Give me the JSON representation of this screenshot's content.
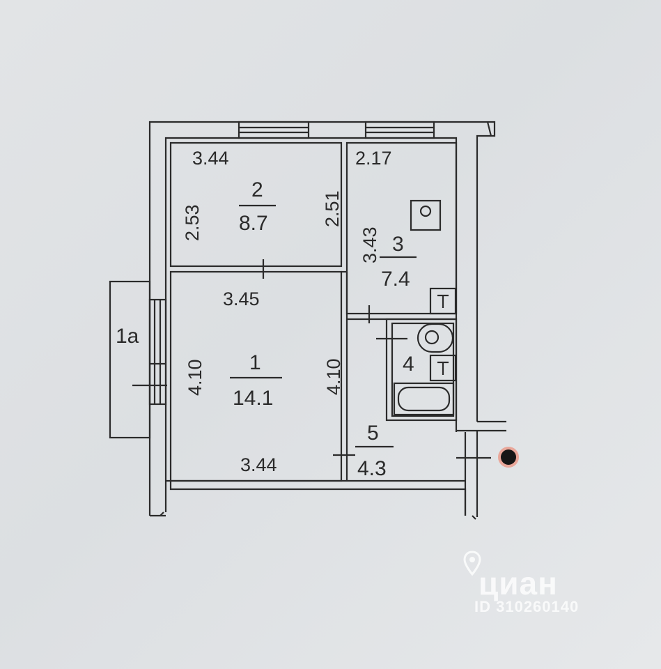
{
  "rooms": {
    "r1": {
      "number": "1",
      "area": "14.1",
      "dim_top": "3.45",
      "dim_bottom": "3.44",
      "dim_left": "4.10",
      "dim_right": "4.10"
    },
    "r2": {
      "number": "2",
      "area": "8.7",
      "dim_top": "3.44",
      "dim_left": "2.53",
      "dim_right": "2.51"
    },
    "r3": {
      "number": "3",
      "area": "7.4",
      "dim_top": "2.17",
      "dim_left": "3.43"
    },
    "r4": {
      "number": "4"
    },
    "r5": {
      "number": "5",
      "area": "4.3"
    },
    "balcony": {
      "number": "1a"
    }
  },
  "watermark": {
    "brand": "циан",
    "id": "ID 310260140"
  },
  "colors": {
    "line": "#2b2b2b",
    "paper": "#dfe1e4",
    "watermark": "#ffffff"
  },
  "icons": [
    "stove-icon",
    "sink-icon",
    "toilet-icon",
    "bathtub-icon",
    "location-pin-icon"
  ]
}
